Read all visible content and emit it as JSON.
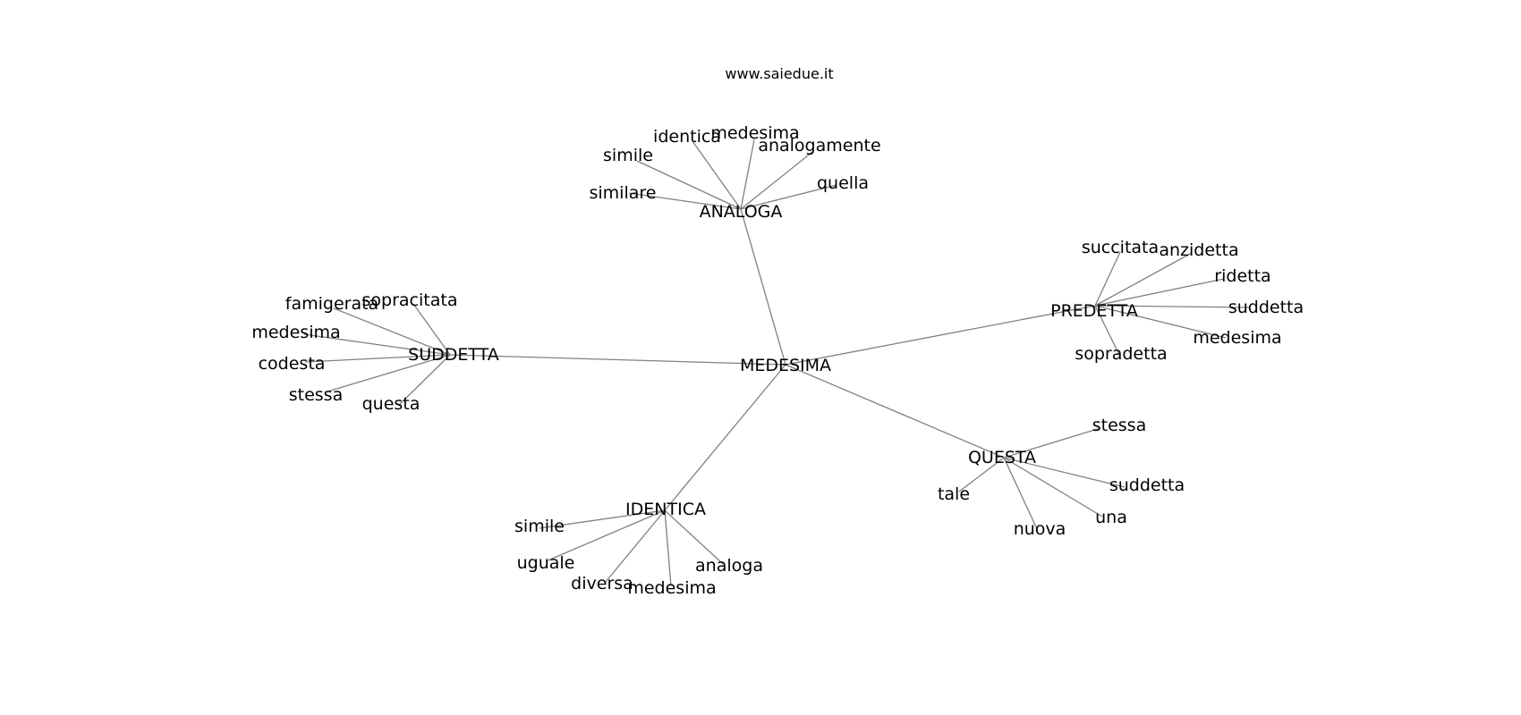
{
  "site": "www.saiedue.it",
  "center": "MEDESIMA",
  "colors": {
    "edge": "#808080",
    "text": "#000000",
    "background": "#ffffff"
  },
  "clusters": [
    {
      "hub": "ANALOGA",
      "words": [
        "simile",
        "identica",
        "medesima",
        "analogamente",
        "quella",
        "similare"
      ]
    },
    {
      "hub": "SUDDETTA",
      "words": [
        "famigerata",
        "sopracitata",
        "medesima",
        "codesta",
        "stessa",
        "questa"
      ]
    },
    {
      "hub": "PREDETTA",
      "words": [
        "succitata",
        "anzidetta",
        "ridetta",
        "suddetta",
        "medesima",
        "sopradetta"
      ]
    },
    {
      "hub": "QUESTA",
      "words": [
        "stessa",
        "tale",
        "suddetta",
        "una",
        "nuova"
      ]
    },
    {
      "hub": "IDENTICA",
      "words": [
        "simile",
        "uguale",
        "diversa",
        "medesima",
        "analoga"
      ]
    }
  ]
}
